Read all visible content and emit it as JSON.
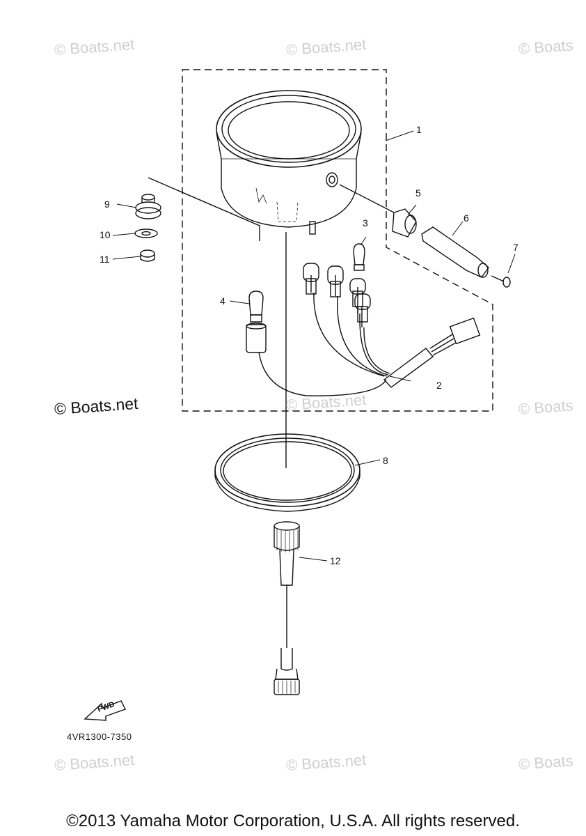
{
  "watermark": "© Boats.net",
  "watermark_partial": "© Boats",
  "watermark_large": "© Boats.net",
  "callouts": {
    "p1": "1",
    "p2": "2",
    "p3": "3",
    "p4": "4",
    "p5": "5",
    "p6": "6",
    "p7": "7",
    "p8": "8",
    "p9": "9",
    "p10": "10",
    "p11": "11",
    "p12": "12"
  },
  "fwd_label": "FWD",
  "drawing_number": "4VR1300-7350",
  "copyright": "©2013 Yamaha Motor Corporation, U.S.A. All rights reserved."
}
